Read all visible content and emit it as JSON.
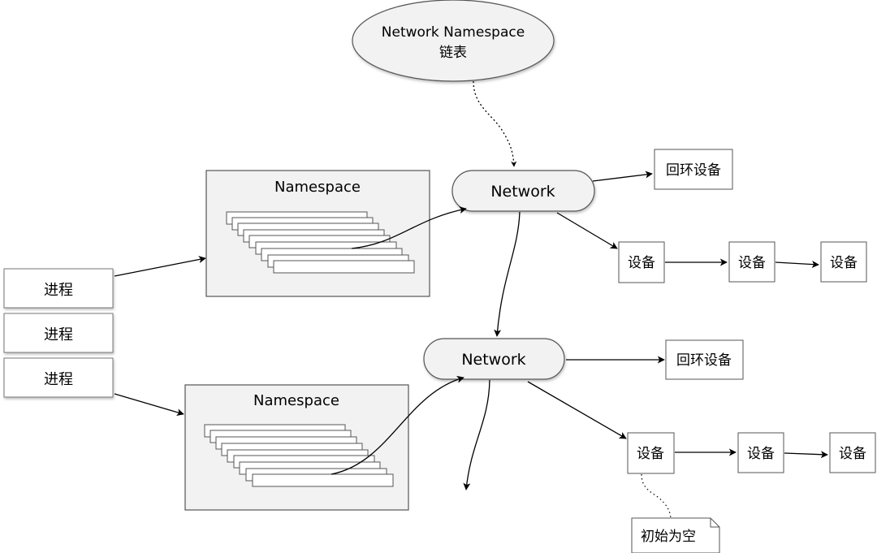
{
  "diagram": {
    "top_ellipse": {
      "line1": "Network Namespace",
      "line2": "链表"
    },
    "namespaces": [
      {
        "label": "Namespace"
      },
      {
        "label": "Namespace"
      }
    ],
    "networks": [
      {
        "label": "Network"
      },
      {
        "label": "Network"
      }
    ],
    "processes": [
      {
        "label": "进程"
      },
      {
        "label": "进程"
      },
      {
        "label": "进程"
      }
    ],
    "net1": {
      "loopback": "回环设备",
      "devices": [
        "设备",
        "设备",
        "设备"
      ]
    },
    "net2": {
      "loopback": "回环设备",
      "devices": [
        "设备",
        "设备",
        "设备"
      ]
    },
    "note": "初始为空"
  }
}
